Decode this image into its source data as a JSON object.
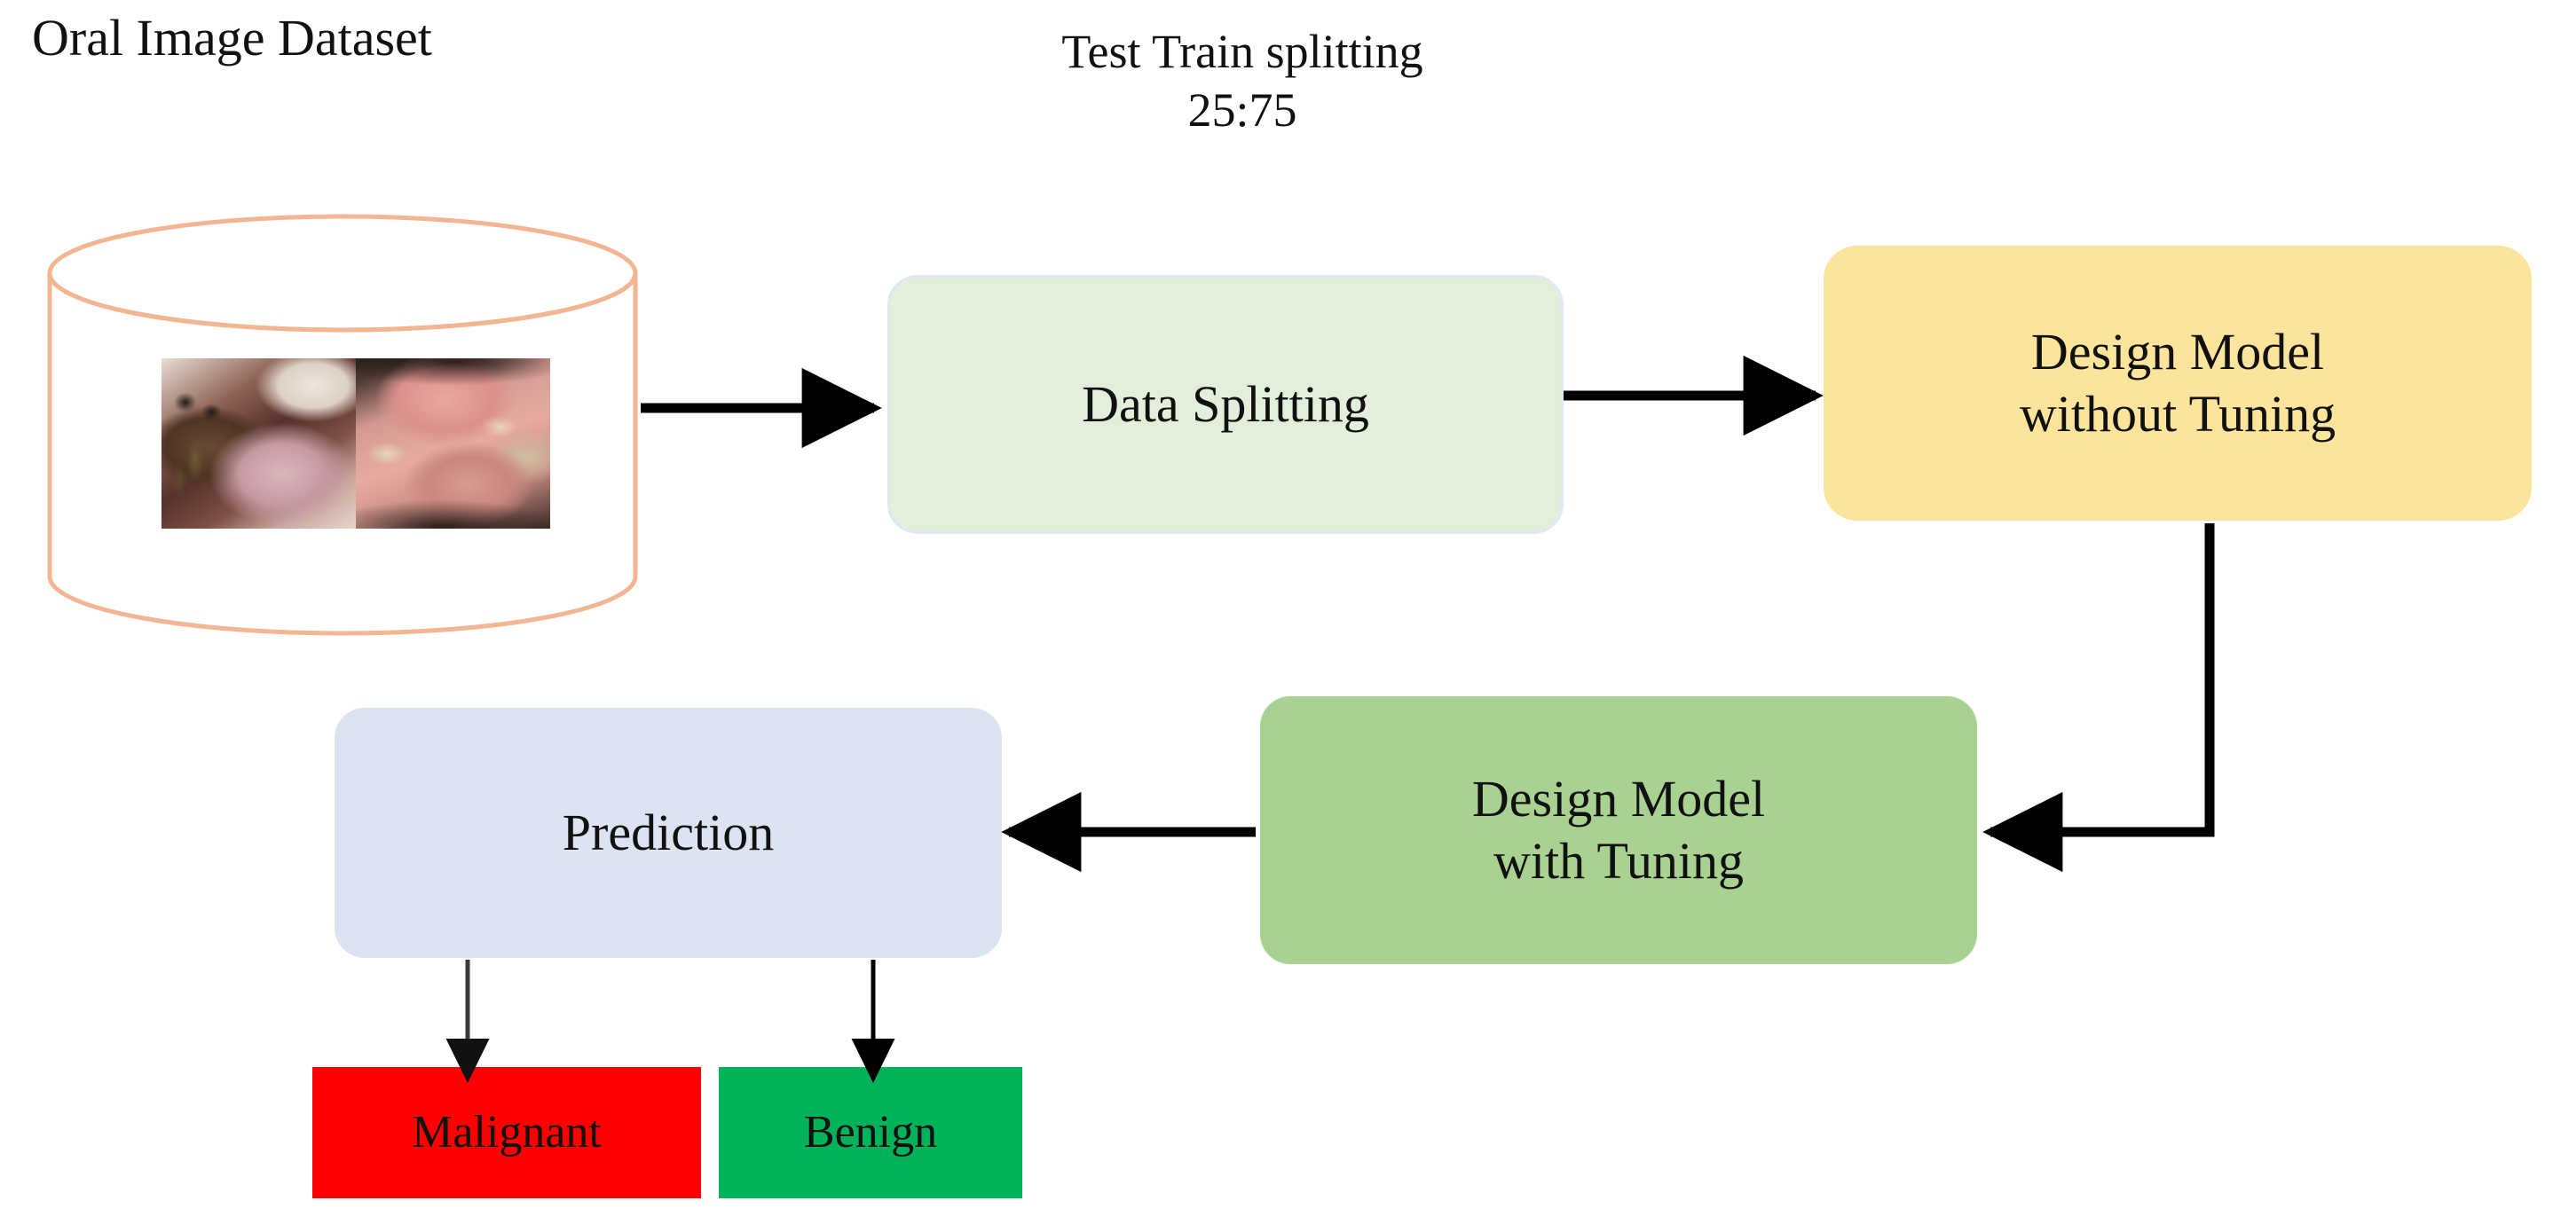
{
  "diagram": {
    "title": "Oral Image Dataset",
    "caption": "Test Train splitting\n25:75",
    "background_color": "#ffffff"
  },
  "dataset_source": {
    "name": "Oral Image Dataset",
    "shape": "cylinder",
    "stroke_color": "#f2b693",
    "thumbnails": [
      {
        "label": "oral-lesion-photo-left"
      },
      {
        "label": "oral-mucosa-photo-right"
      }
    ]
  },
  "nodes": [
    {
      "id": "data-splitting",
      "label": "Data Splitting",
      "fill": "#e3eedb",
      "border": "#dfe8f5"
    },
    {
      "id": "model-without-tuning",
      "label": "Design Model\nwithout Tuning",
      "fill": "#fce49c",
      "border": "#fce49c"
    },
    {
      "id": "model-with-tuning",
      "label": "Design Model\nwith Tuning",
      "fill": "#a9d292",
      "border": "#a9d292"
    },
    {
      "id": "prediction",
      "label": "Prediction",
      "fill": "#dce3f1",
      "border": "#dce3f1"
    },
    {
      "id": "malignant",
      "label": "Malignant",
      "fill": "#fe0000",
      "border": "#fe0000"
    },
    {
      "id": "benign",
      "label": "Benign",
      "fill": "#00b259",
      "border": "#00b259"
    }
  ],
  "edges": [
    {
      "id": "dataset-to-splitting",
      "from": "dataset-source",
      "to": "data-splitting",
      "style": "straight-right",
      "color": "#000000"
    },
    {
      "id": "splitting-to-model-no-tuning",
      "from": "data-splitting",
      "to": "model-without-tuning",
      "style": "straight-right",
      "color": "#000000"
    },
    {
      "id": "model-no-tuning-to-with-tuning",
      "from": "model-without-tuning",
      "to": "model-with-tuning",
      "style": "elbow-down-left",
      "color": "#000000"
    },
    {
      "id": "model-with-tuning-to-prediction",
      "from": "model-with-tuning",
      "to": "prediction",
      "style": "straight-left",
      "color": "#000000"
    },
    {
      "id": "prediction-to-malignant",
      "from": "prediction",
      "to": "malignant",
      "style": "straight-down",
      "color": "#3a3a3a"
    },
    {
      "id": "prediction-to-benign",
      "from": "prediction",
      "to": "benign",
      "style": "straight-down",
      "color": "#000000"
    }
  ]
}
